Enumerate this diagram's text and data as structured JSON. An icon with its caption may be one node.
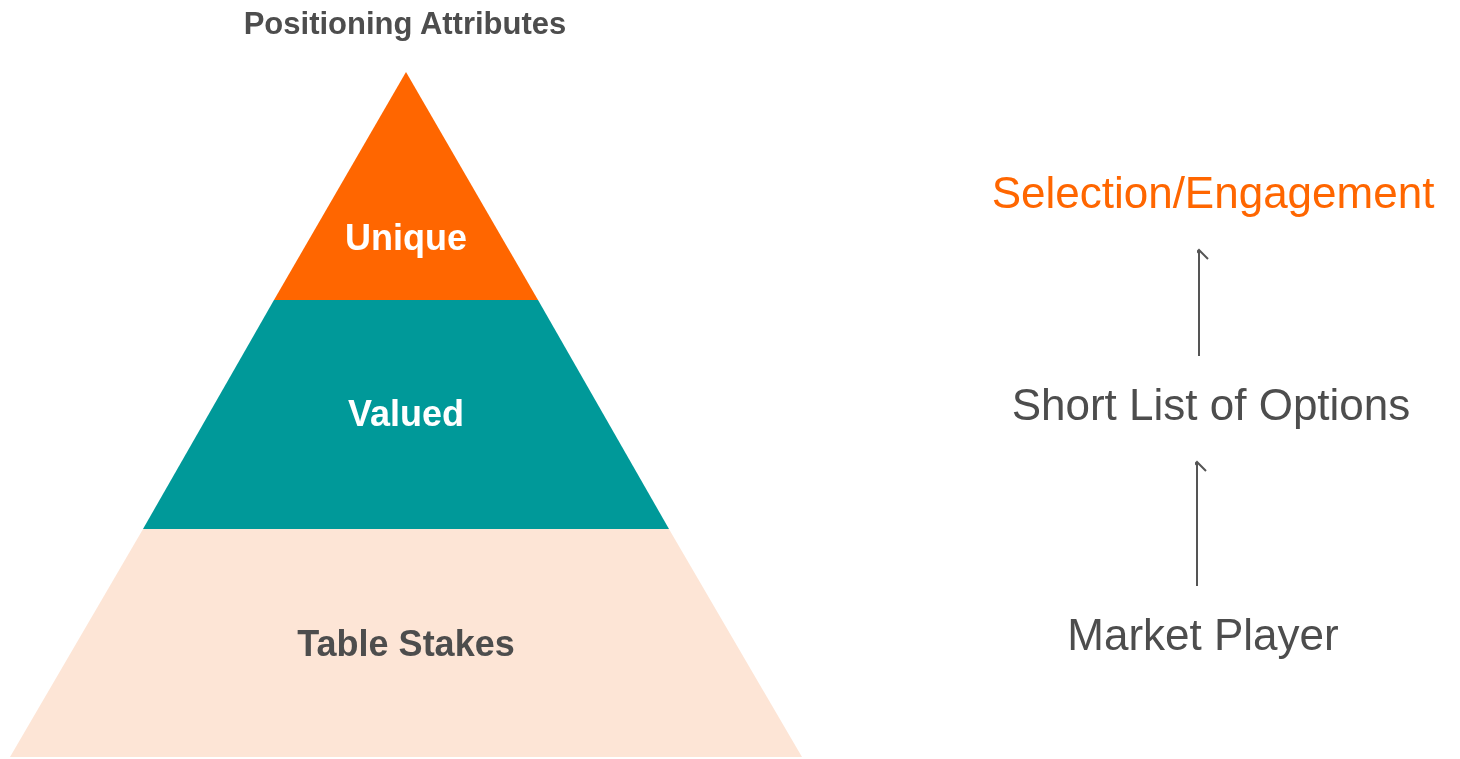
{
  "diagram": {
    "title": "Positioning Attributes",
    "nodes": [
      {
        "text": [
          "Unique"
        ]
      },
      {
        "text": [
          "Valued"
        ]
      },
      {
        "text": [
          "Table Stakes"
        ]
      },
      {
        "text": [
          "Selection/Engagement"
        ]
      },
      {
        "text": [
          "Short List of Options"
        ]
      },
      {
        "text": [
          "Market Player"
        ]
      }
    ],
    "edges": [
      {
        "from": 5,
        "to": 4,
        "arrow": "to"
      },
      {
        "from": 4,
        "to": 3,
        "arrow": "to"
      }
    ]
  }
}
